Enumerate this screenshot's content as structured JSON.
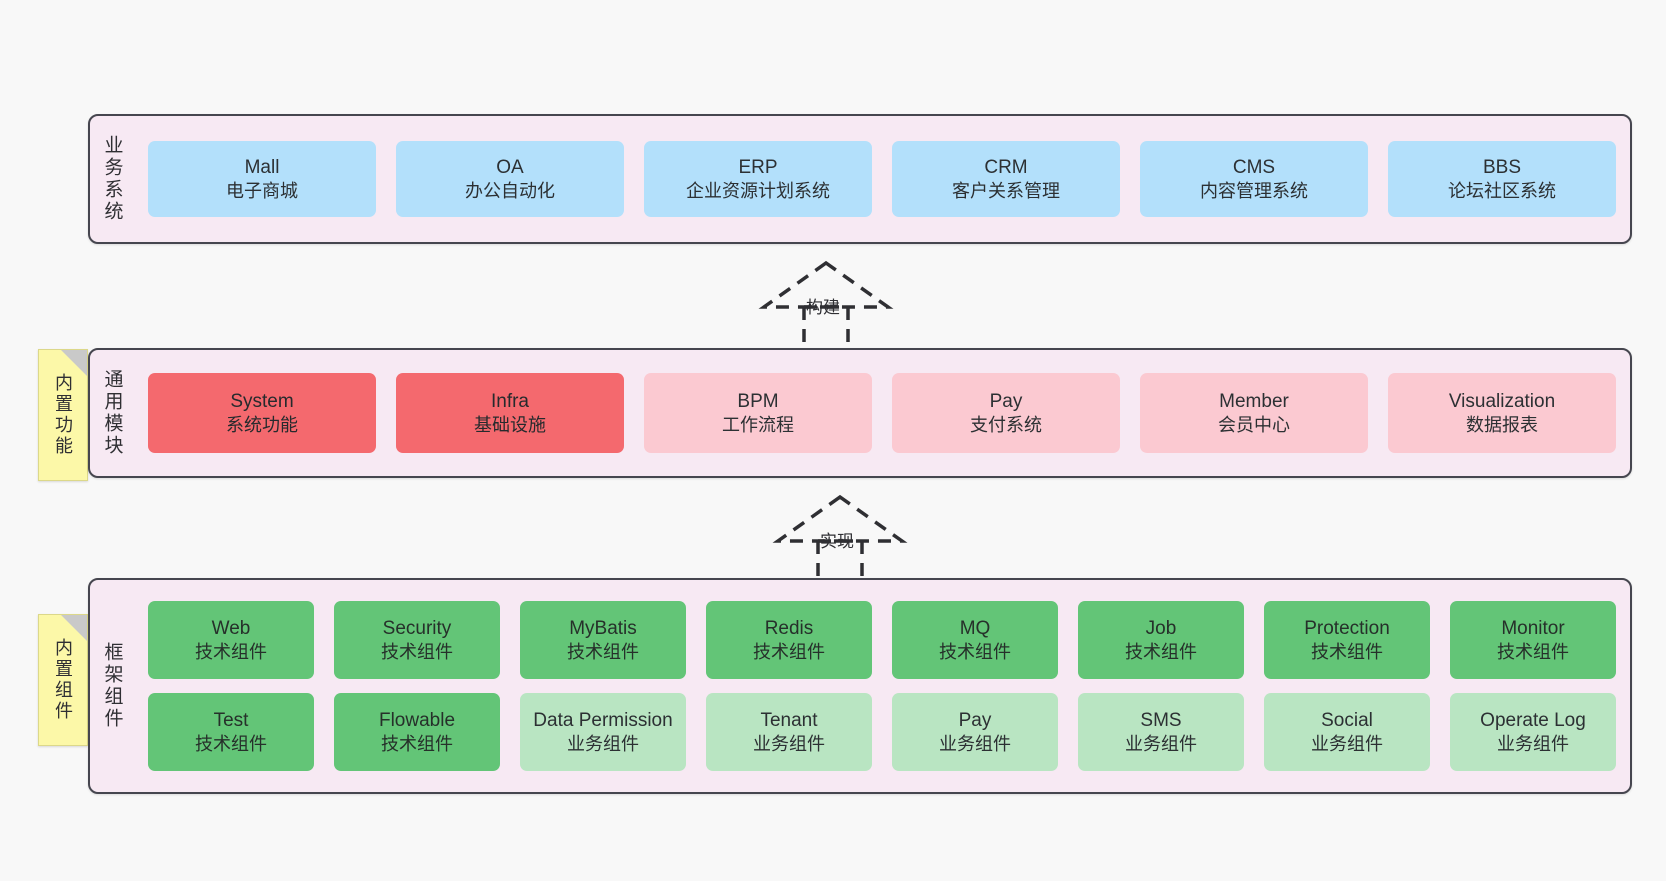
{
  "diagram": {
    "background_color": "#f8f8f8",
    "layer_fill": "#f7e9f3",
    "layer_border": "#46464f"
  },
  "layers": [
    {
      "id": "business-systems",
      "title": "业务系统",
      "color": "#b3e0fb",
      "rows": [
        [
          {
            "name": "Mall",
            "desc": "电子商城",
            "style": "c-blue"
          },
          {
            "name": "OA",
            "desc": "办公自动化",
            "style": "c-blue"
          },
          {
            "name": "ERP",
            "desc": "企业资源计划系统",
            "style": "c-blue"
          },
          {
            "name": "CRM",
            "desc": "客户关系管理",
            "style": "c-blue"
          },
          {
            "name": "CMS",
            "desc": "内容管理系统",
            "style": "c-blue"
          },
          {
            "name": "BBS",
            "desc": "论坛社区系统",
            "style": "c-blue"
          }
        ]
      ]
    },
    {
      "id": "common-modules",
      "title": "通用模块",
      "sticky": "内置功能",
      "rows": [
        [
          {
            "name": "System",
            "desc": "系统功能",
            "style": "c-red"
          },
          {
            "name": "Infra",
            "desc": "基础设施",
            "style": "c-red"
          },
          {
            "name": "BPM",
            "desc": "工作流程",
            "style": "c-lightred"
          },
          {
            "name": "Pay",
            "desc": "支付系统",
            "style": "c-lightred"
          },
          {
            "name": "Member",
            "desc": "会员中心",
            "style": "c-lightred"
          },
          {
            "name": "Visualization",
            "desc": "数据报表",
            "style": "c-lightred"
          }
        ]
      ]
    },
    {
      "id": "framework-components",
      "title": "框架组件",
      "sticky": "内置组件",
      "rows": [
        [
          {
            "name": "Web",
            "desc": "技术组件",
            "style": "c-green"
          },
          {
            "name": "Security",
            "desc": "技术组件",
            "style": "c-green"
          },
          {
            "name": "MyBatis",
            "desc": "技术组件",
            "style": "c-green"
          },
          {
            "name": "Redis",
            "desc": "技术组件",
            "style": "c-green"
          },
          {
            "name": "MQ",
            "desc": "技术组件",
            "style": "c-green"
          },
          {
            "name": "Job",
            "desc": "技术组件",
            "style": "c-green"
          },
          {
            "name": "Protection",
            "desc": "技术组件",
            "style": "c-green"
          },
          {
            "name": "Monitor",
            "desc": "技术组件",
            "style": "c-green"
          }
        ],
        [
          {
            "name": "Test",
            "desc": "技术组件",
            "style": "c-green"
          },
          {
            "name": "Flowable",
            "desc": "技术组件",
            "style": "c-green"
          },
          {
            "name": "Data Permission",
            "desc": "业务组件",
            "style": "c-lightgreen"
          },
          {
            "name": "Tenant",
            "desc": "业务组件",
            "style": "c-lightgreen"
          },
          {
            "name": "Pay",
            "desc": "业务组件",
            "style": "c-lightgreen"
          },
          {
            "name": "SMS",
            "desc": "业务组件",
            "style": "c-lightgreen"
          },
          {
            "name": "Social",
            "desc": "业务组件",
            "style": "c-lightgreen"
          },
          {
            "name": "Operate Log",
            "desc": "业务组件",
            "style": "c-lightgreen"
          }
        ]
      ]
    }
  ],
  "connectors": [
    {
      "id": "build",
      "label": "构建",
      "from": "common-modules",
      "to": "business-systems"
    },
    {
      "id": "implement",
      "label": "实现",
      "from": "framework-components",
      "to": "common-modules"
    }
  ]
}
